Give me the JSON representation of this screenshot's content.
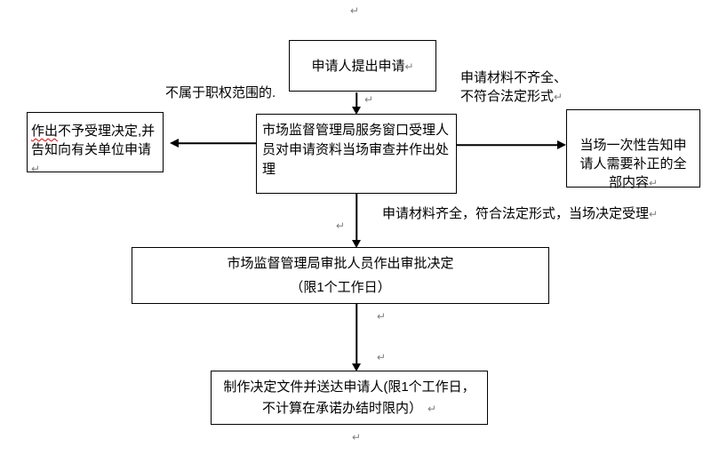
{
  "flowchart": {
    "marks": {
      "return_symbol": "↵"
    },
    "colors": {
      "border": "#000000",
      "text": "#000000",
      "mark": "#7f7f7f",
      "spellcheck": "#e60000",
      "background": "#ffffff"
    },
    "nodes": {
      "start": {
        "label": "申请人提出申请"
      },
      "review": {
        "label": "市场监督管理局服务窗口受理人\n员对申请资料当场审查并作出处\n理"
      },
      "reject": {
        "label_flagged": "作出",
        "label_rest": "不予受理决定,并告知向有关单位申请"
      },
      "notify": {
        "label": "当场一次性告知申\n请人需要补正的全\n部内容"
      },
      "approve": {
        "line1": "市场监督管理局审批人员作出审批决定",
        "line2": "（限1个工作日）"
      },
      "deliver": {
        "line1": "制作决定文件并送达申请人(限1个工作日，",
        "line2": "不计算在承诺办结时限内）"
      }
    },
    "edge_labels": {
      "out_of_scope": "不属于职权范围的.",
      "incomplete_line1": "申请材料不齐全、",
      "incomplete_line2": "不符合法定形式",
      "complete": "申请材料齐全，符合法定形式，当场决定受理"
    }
  }
}
